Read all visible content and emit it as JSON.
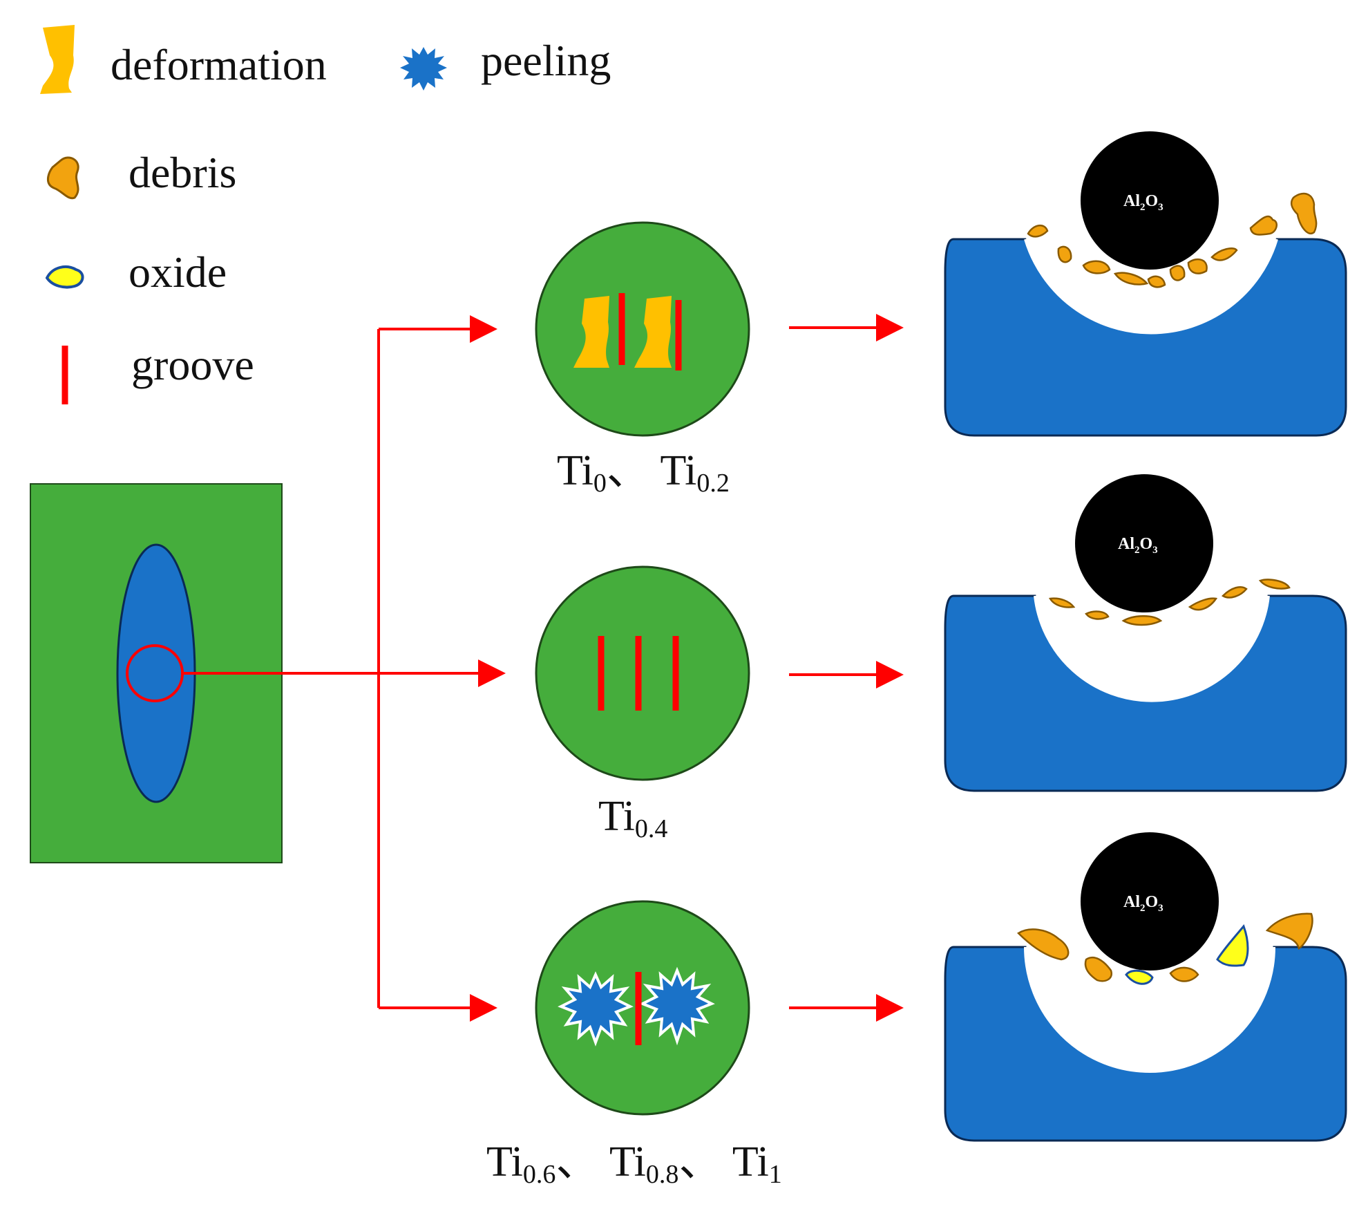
{
  "legend": {
    "deformation": "deformation",
    "peeling": "peeling",
    "debris": "debris",
    "oxide": "oxide",
    "groove": "groove"
  },
  "captions": {
    "top": {
      "a": "Ti",
      "a_sub": "0",
      "sep1": "、 ",
      "b": "Ti",
      "b_sub": "0.2"
    },
    "middle": {
      "a": "Ti",
      "a_sub": "0.4"
    },
    "bottom": {
      "a": "Ti",
      "a_sub": "0.6",
      "sep1": "、 ",
      "b": "Ti",
      "b_sub": "0.8",
      "sep2": "、 ",
      "c": "Ti",
      "c_sub": "1"
    }
  },
  "ball": {
    "label_main": "Al",
    "label_sub1": "2",
    "label_mid": "O",
    "label_sub2": "3"
  },
  "colors": {
    "green": "#45ad3c",
    "blue": "#1a72c8",
    "red": "#ff0000",
    "deformation": "#ffc000",
    "debris": "#f2a30f",
    "oxide": "#ffff1a",
    "black": "#000000"
  }
}
